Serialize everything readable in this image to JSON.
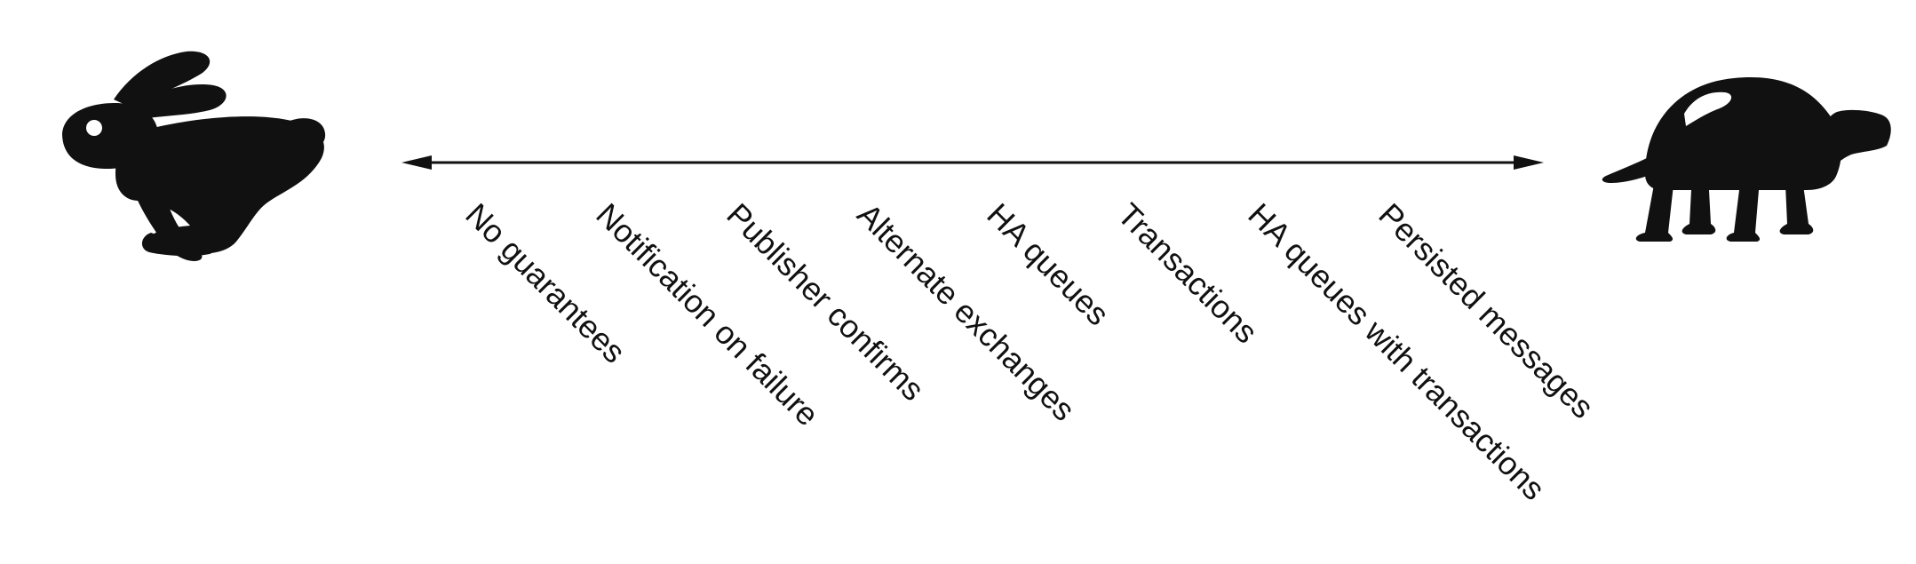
{
  "diagram": {
    "left_icon": "rabbit-icon",
    "right_icon": "turtle-icon",
    "labels": [
      "No guarantees",
      "Notification on failure",
      "Publisher confirms",
      "Alternate exchanges",
      "HA queues",
      "Transactions",
      "HA queues with transactions",
      "Persisted messages"
    ]
  },
  "colors": {
    "ink": "#111111",
    "background": "#ffffff"
  }
}
